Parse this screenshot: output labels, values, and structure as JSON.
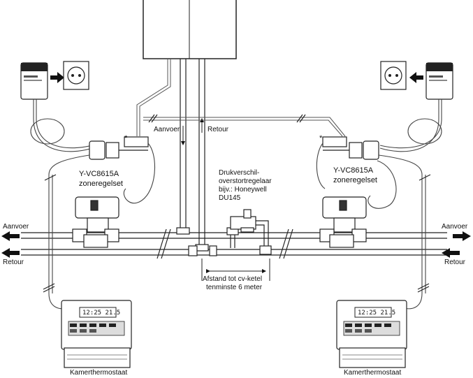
{
  "labels": {
    "aanvoer_center": "Aanvoer",
    "retour_center": "Retour",
    "zone_left_model": "Y-VC8615A",
    "zone_left_name": "zoneregelset",
    "zone_right_model": "Y-VC8615A",
    "zone_right_name": "zoneregelset",
    "bypass_line1": "Drukverschil-",
    "bypass_line2": "overstortregelaar",
    "bypass_line3": "bijv.: Honeywell",
    "bypass_line4": "DU145",
    "aanvoer_left": "Aanvoer",
    "retour_left": "Retour",
    "aanvoer_right": "Aanvoer",
    "retour_right": "Retour",
    "distance_line1": "Afstand tot cv-ketel",
    "distance_line2": "tenminste 6 meter",
    "thermostat_left": "Kamerthermostaat",
    "thermostat_right": "Kamerthermostaat",
    "display_left": "12:25 21.5",
    "display_right": "12:25 21.5",
    "star_left": "*",
    "star_right": "*"
  }
}
